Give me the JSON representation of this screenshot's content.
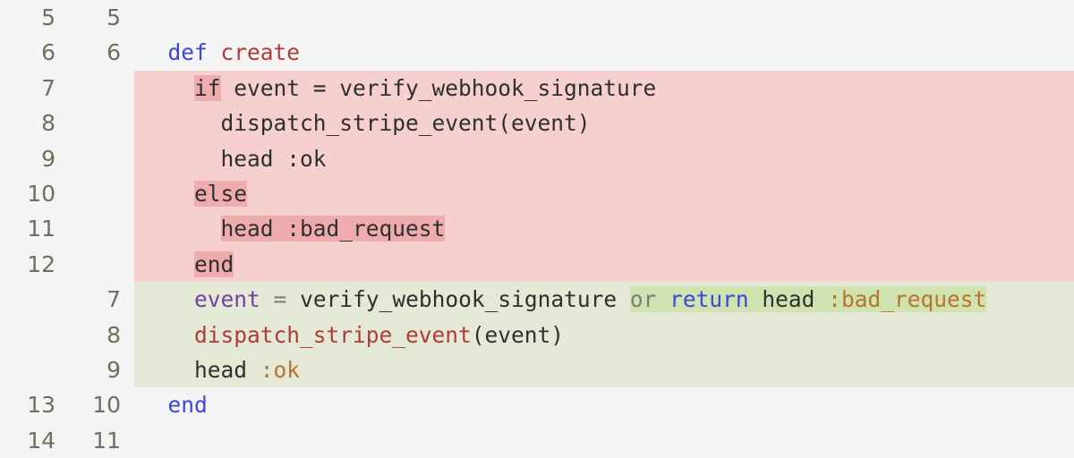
{
  "view": {
    "kind": "code-diff",
    "language": "ruby",
    "colors": {
      "page_background": "#f4f4f4",
      "deletion_line": "#f6cfcf",
      "deletion_word": "#eeacac",
      "addition_line": "#e3e9d4",
      "addition_word": "#cfe2b0",
      "line_number": "#6e705e",
      "text": "#2f2f2f",
      "keyword": "#3b49d4",
      "method": "#b13a3a",
      "variable": "#6f42a0",
      "symbol": "#b8742a",
      "operator": "#7b7f7b"
    }
  },
  "rows": [
    {
      "type": "context",
      "old_line": "5",
      "new_line": "5",
      "text": ""
    },
    {
      "type": "context",
      "old_line": "6",
      "new_line": "6",
      "text": "  def create",
      "tokens": [
        {
          "t": "  ",
          "c": "pln"
        },
        {
          "t": "def",
          "c": "kw"
        },
        {
          "t": " ",
          "c": "pln"
        },
        {
          "t": "create",
          "c": "mth"
        }
      ]
    },
    {
      "type": "deletion",
      "old_line": "7",
      "new_line": "",
      "text": "    if event = verify_webhook_signature",
      "tokens": [
        {
          "t": "    ",
          "c": "pln"
        },
        {
          "t": "if",
          "c": "pln",
          "w": true
        },
        {
          "t": " event = verify_webhook_signature",
          "c": "pln"
        }
      ]
    },
    {
      "type": "deletion",
      "old_line": "8",
      "new_line": "",
      "text": "      dispatch_stripe_event(event)",
      "tokens": [
        {
          "t": "      dispatch_stripe_event(event)",
          "c": "pln"
        }
      ]
    },
    {
      "type": "deletion",
      "old_line": "9",
      "new_line": "",
      "text": "      head :ok",
      "tokens": [
        {
          "t": "      head :ok",
          "c": "pln"
        }
      ]
    },
    {
      "type": "deletion",
      "old_line": "10",
      "new_line": "",
      "text": "    else",
      "tokens": [
        {
          "t": "    ",
          "c": "pln"
        },
        {
          "t": "else",
          "c": "pln",
          "w": true
        }
      ]
    },
    {
      "type": "deletion",
      "old_line": "11",
      "new_line": "",
      "text": "      head :bad_request",
      "tokens": [
        {
          "t": "      ",
          "c": "pln"
        },
        {
          "t": "head :bad_request",
          "c": "pln",
          "w": true
        }
      ]
    },
    {
      "type": "deletion",
      "old_line": "12",
      "new_line": "",
      "text": "    end",
      "tokens": [
        {
          "t": "    ",
          "c": "pln"
        },
        {
          "t": "end",
          "c": "pln",
          "w": true
        }
      ]
    },
    {
      "type": "addition",
      "old_line": "",
      "new_line": "7",
      "text": "    event = verify_webhook_signature or return head :bad_request",
      "tokens": [
        {
          "t": "    ",
          "c": "pln"
        },
        {
          "t": "event",
          "c": "var"
        },
        {
          "t": " ",
          "c": "pln"
        },
        {
          "t": "=",
          "c": "op"
        },
        {
          "t": " verify_webhook_signature",
          "c": "pln"
        },
        {
          "t": " ",
          "c": "pln"
        },
        {
          "t": "or",
          "c": "op",
          "w": true
        },
        {
          "t": " ",
          "c": "pln",
          "w": true
        },
        {
          "t": "return",
          "c": "kw",
          "w": true
        },
        {
          "t": " ",
          "c": "pln",
          "w": true
        },
        {
          "t": "head",
          "c": "pln",
          "w": true
        },
        {
          "t": " ",
          "c": "pln",
          "w": true
        },
        {
          "t": ":bad_request",
          "c": "sym",
          "w": true
        }
      ]
    },
    {
      "type": "addition",
      "old_line": "",
      "new_line": "8",
      "text": "    dispatch_stripe_event(event)",
      "tokens": [
        {
          "t": "    ",
          "c": "pln"
        },
        {
          "t": "dispatch_stripe_event",
          "c": "mth"
        },
        {
          "t": "(event)",
          "c": "pln"
        }
      ]
    },
    {
      "type": "addition",
      "old_line": "",
      "new_line": "9",
      "text": "    head :ok",
      "tokens": [
        {
          "t": "    head ",
          "c": "pln"
        },
        {
          "t": ":ok",
          "c": "sym"
        }
      ]
    },
    {
      "type": "context",
      "old_line": "13",
      "new_line": "10",
      "text": "  end",
      "tokens": [
        {
          "t": "  ",
          "c": "pln"
        },
        {
          "t": "end",
          "c": "kw"
        }
      ]
    },
    {
      "type": "context",
      "old_line": "14",
      "new_line": "11",
      "text": ""
    }
  ]
}
